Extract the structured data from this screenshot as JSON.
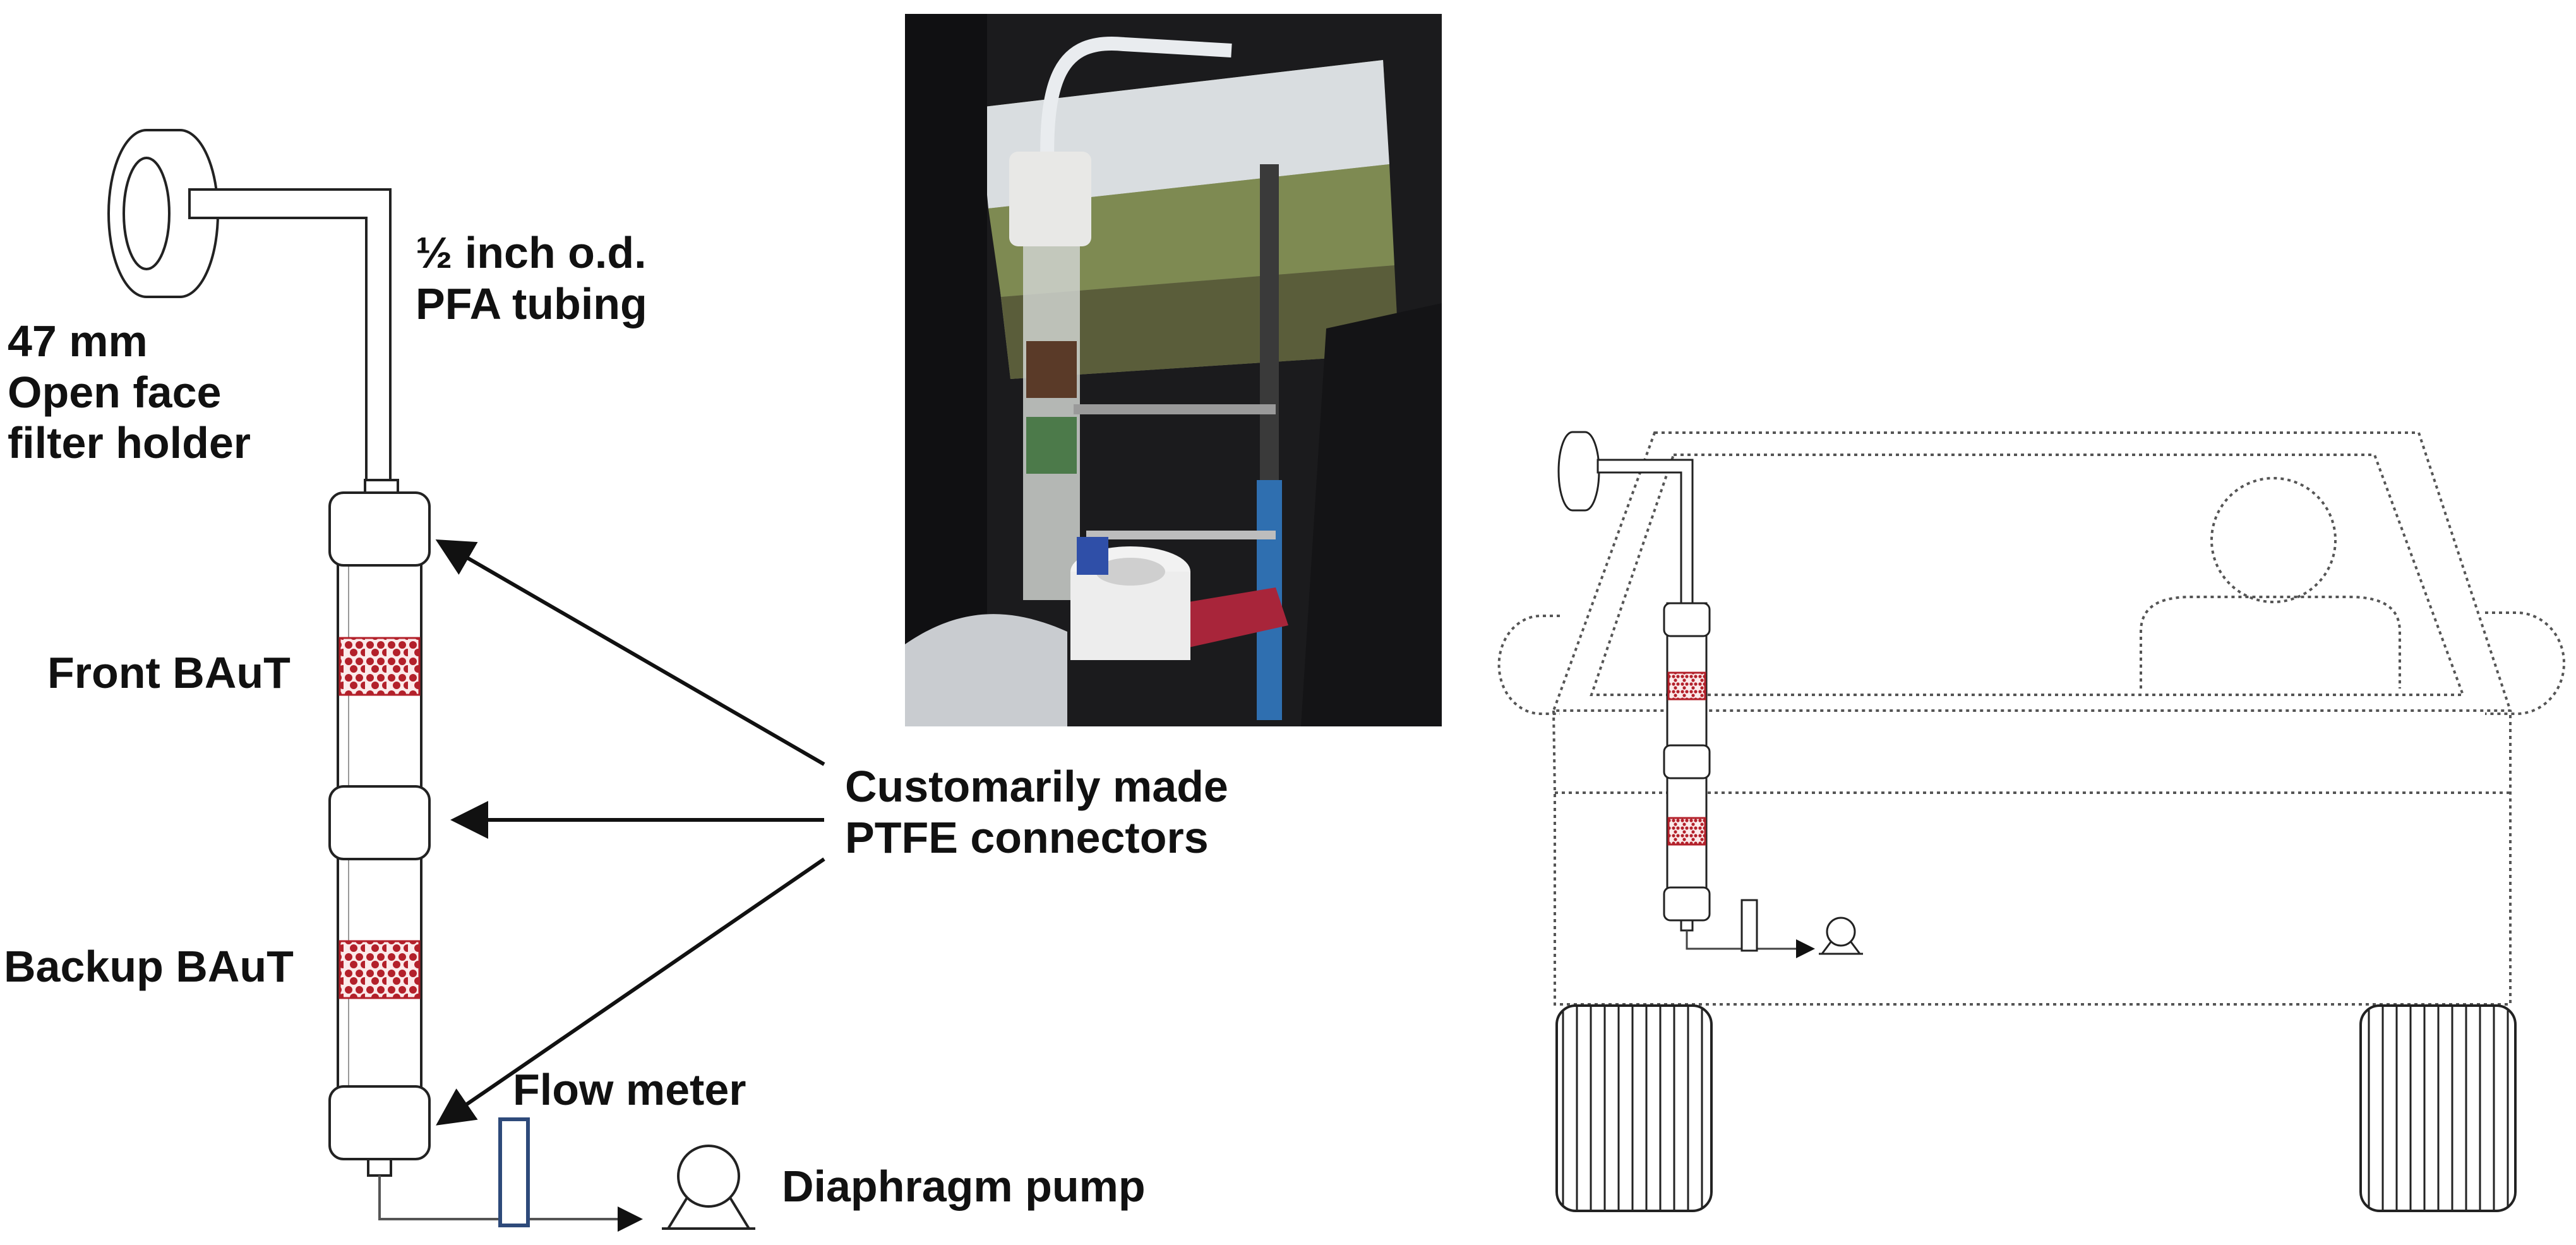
{
  "labels": {
    "tubing": [
      "½ inch o.d.",
      "PFA tubing"
    ],
    "filter_holder": [
      "47 mm",
      "Open face",
      "filter holder"
    ],
    "front_baut": "Front BAuT",
    "backup_baut": "Backup BAuT",
    "connectors": [
      "Customarily made",
      "PTFE connectors"
    ],
    "flow_meter": "Flow meter",
    "pump": "Diaphragm pump"
  },
  "colors": {
    "baut_dots": "#b3202a",
    "flow_meter_outline": "#2e4a7a",
    "line_color": "#222222"
  },
  "icons": {
    "pump": "diaphragm-pump-symbol",
    "meter": "flow-meter",
    "vehicle": "car-schematic"
  }
}
